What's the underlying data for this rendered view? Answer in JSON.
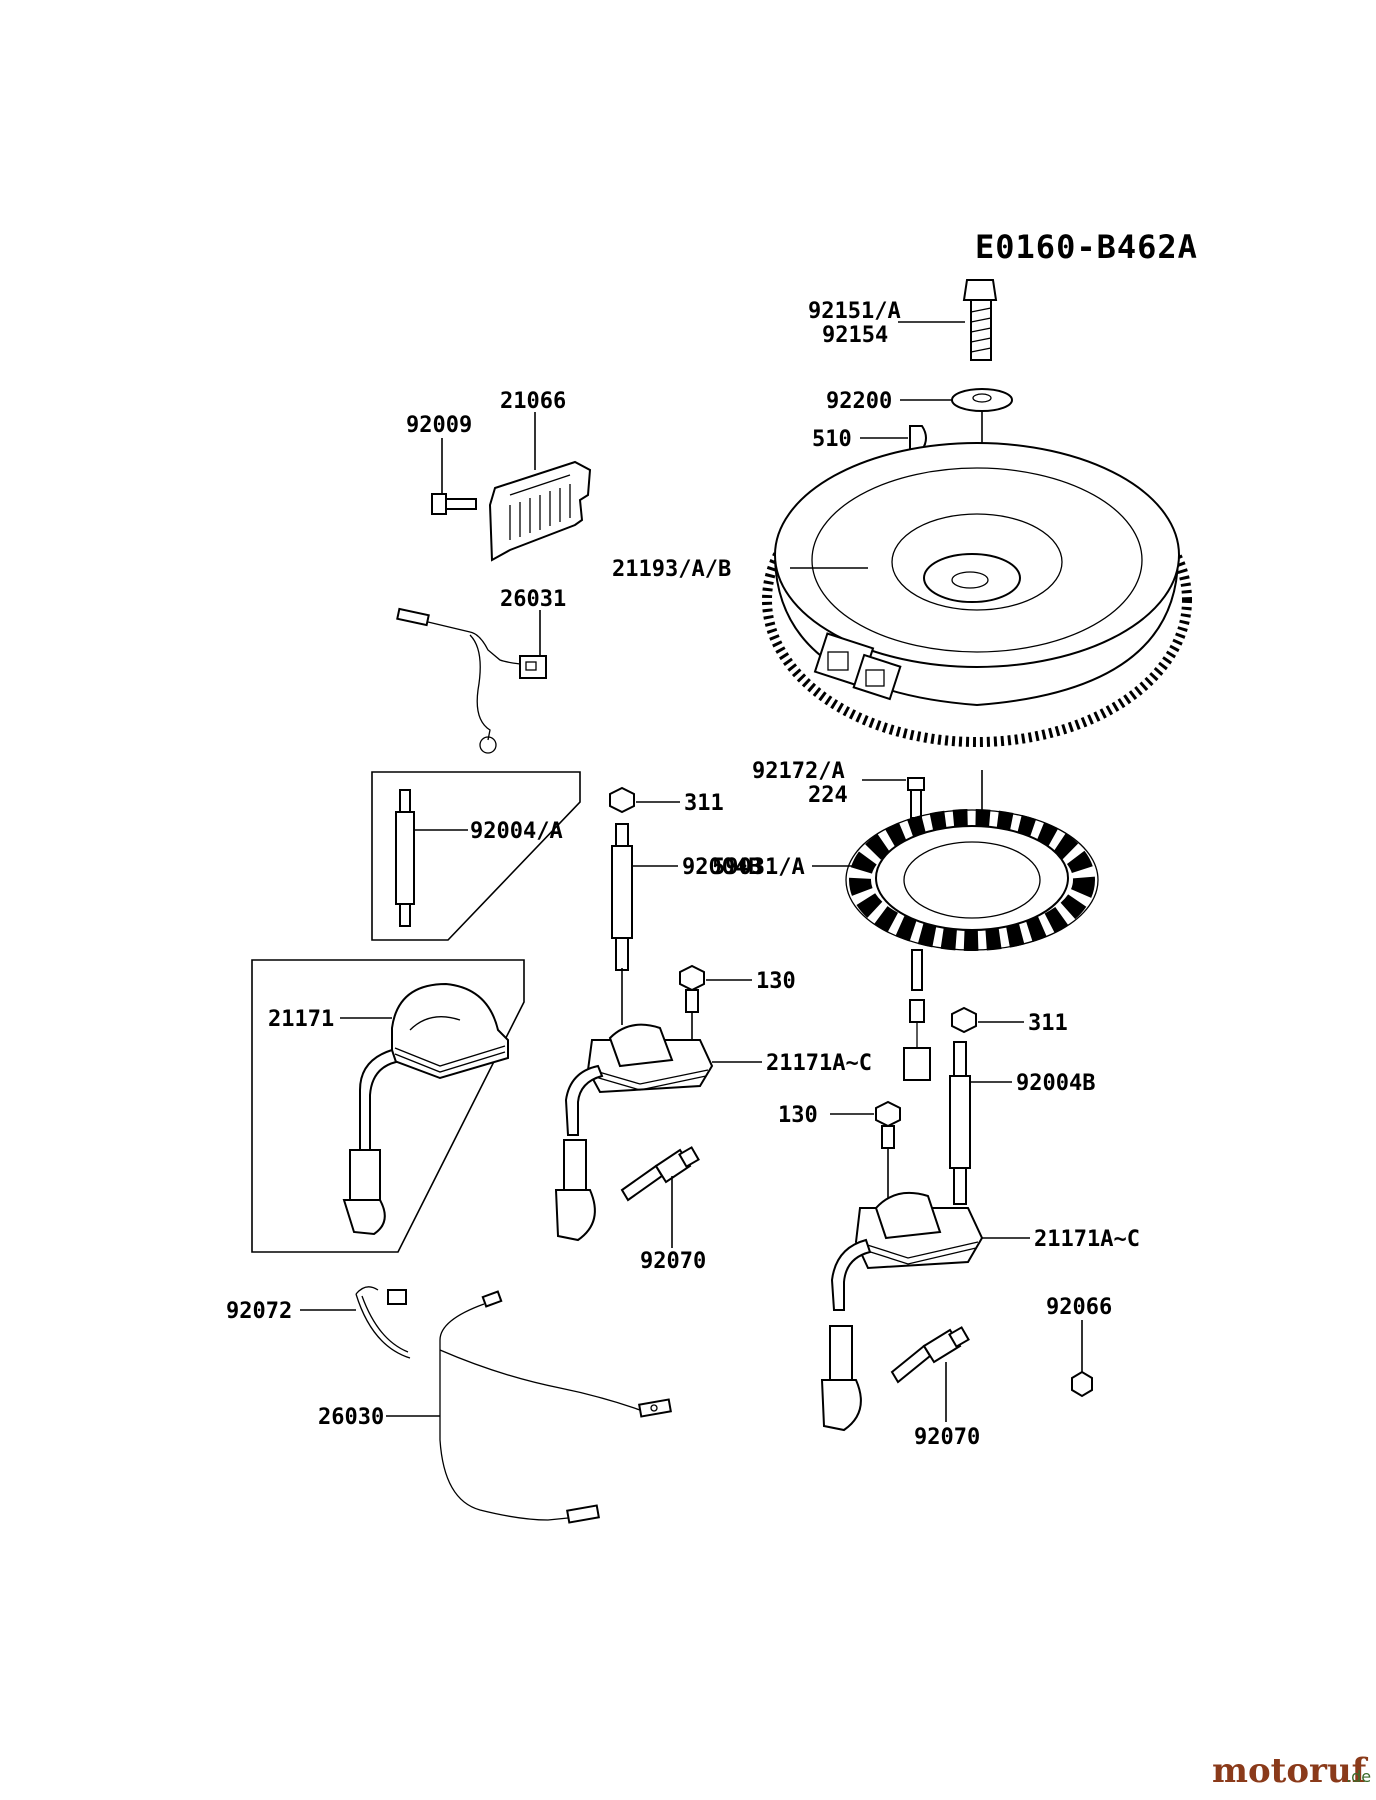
{
  "diagram": {
    "code": "E0160-B462A",
    "labels": {
      "p92151": "92151/A",
      "p92154": "92154",
      "p92200": "92200",
      "p510": "510",
      "p92009": "92009",
      "p21066": "21066",
      "p21193": "21193/A/B",
      "p26031": "26031",
      "p92172": "92172/A",
      "p224": "224",
      "p311a": "311",
      "p92004a": "92004/A",
      "p92004b1": "92004B",
      "p59031": "59031/A",
      "p130a": "130",
      "p21171": "21171",
      "p21171c1": "21171A~C",
      "p311b": "311",
      "p92004b2": "92004B",
      "p130b": "130",
      "p92070a": "92070",
      "p21171c2": "21171A~C",
      "p92072": "92072",
      "p92066": "92066",
      "p26030": "26030",
      "p92070b": "92070"
    }
  },
  "watermark": {
    "brand": "motoruf",
    "tld": ".de",
    "color_main": "#8a3a1a",
    "color_accent": "#3a6b2a"
  }
}
